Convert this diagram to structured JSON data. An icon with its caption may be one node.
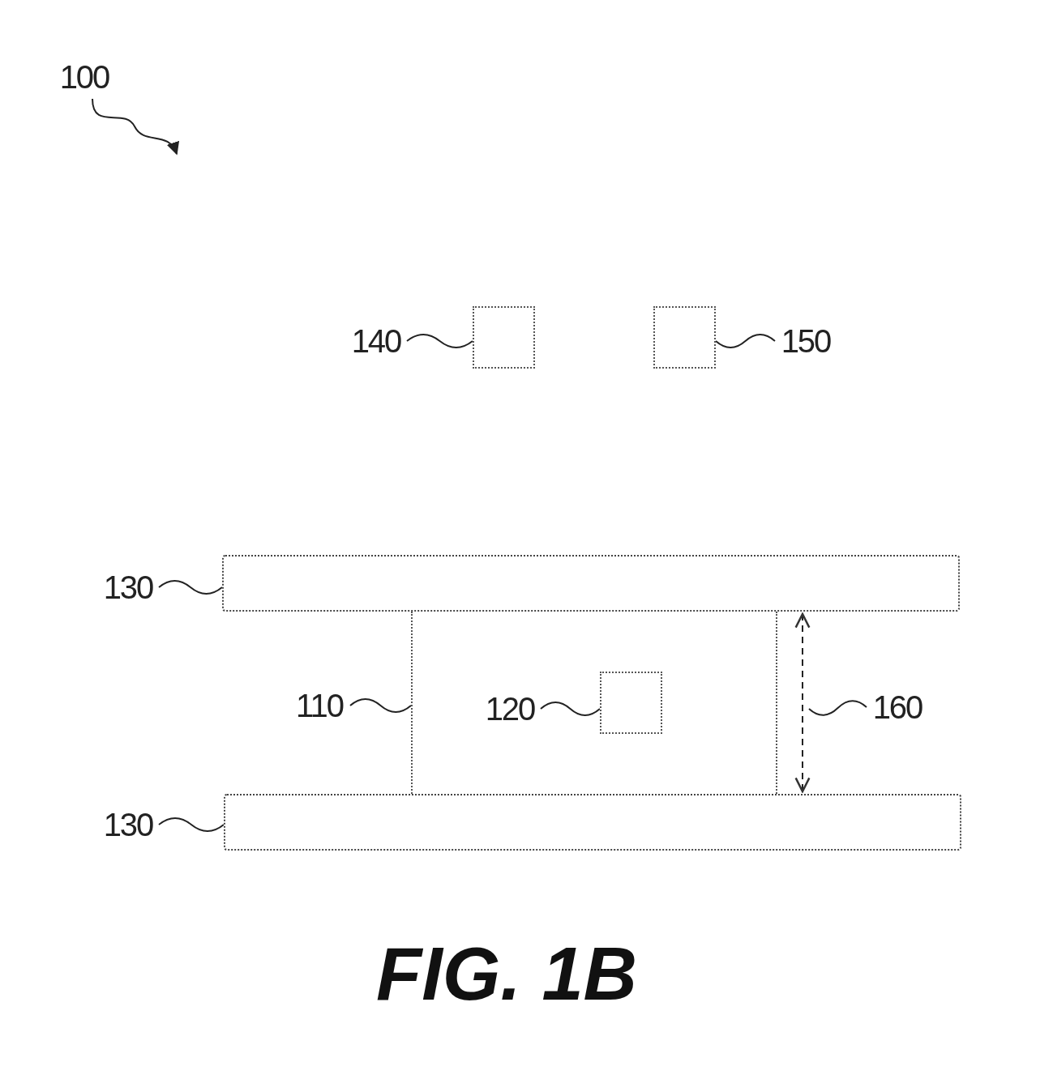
{
  "diagram": {
    "caption": "FIG. 1B",
    "nodes": [
      {
        "text": [
          "100"
        ]
      },
      {
        "text": [
          "140"
        ]
      },
      {
        "text": [],
        "shape": "box"
      },
      {
        "text": [],
        "shape": "box"
      },
      {
        "text": [
          "150"
        ]
      },
      {
        "text": [
          "130"
        ]
      },
      {
        "text": [],
        "shape": "bar"
      },
      {
        "text": [
          "110"
        ]
      },
      {
        "text": [],
        "shape": "box"
      },
      {
        "text": [
          "120"
        ],
        "in": 8
      },
      {
        "text": [],
        "shape": "box",
        "in": 8
      },
      {
        "text": [
          "160"
        ]
      },
      {
        "text": [
          "130"
        ]
      },
      {
        "text": [],
        "shape": "bar"
      }
    ],
    "edges": [
      {
        "from": 0,
        "to": null,
        "arrow": "to"
      },
      {
        "from": 1,
        "to": 2,
        "arrow": "none"
      },
      {
        "from": 4,
        "to": 3,
        "arrow": "none"
      },
      {
        "from": 5,
        "to": 6,
        "arrow": "none"
      },
      {
        "from": 7,
        "to": 8,
        "arrow": "none"
      },
      {
        "from": 9,
        "to": 10,
        "arrow": "none"
      },
      {
        "from": 11,
        "to": null,
        "arrow": "none"
      },
      {
        "from": 12,
        "to": 13,
        "arrow": "none"
      },
      {
        "from": 6,
        "to": 13,
        "arrow": "both",
        "style": "dashed"
      }
    ]
  }
}
